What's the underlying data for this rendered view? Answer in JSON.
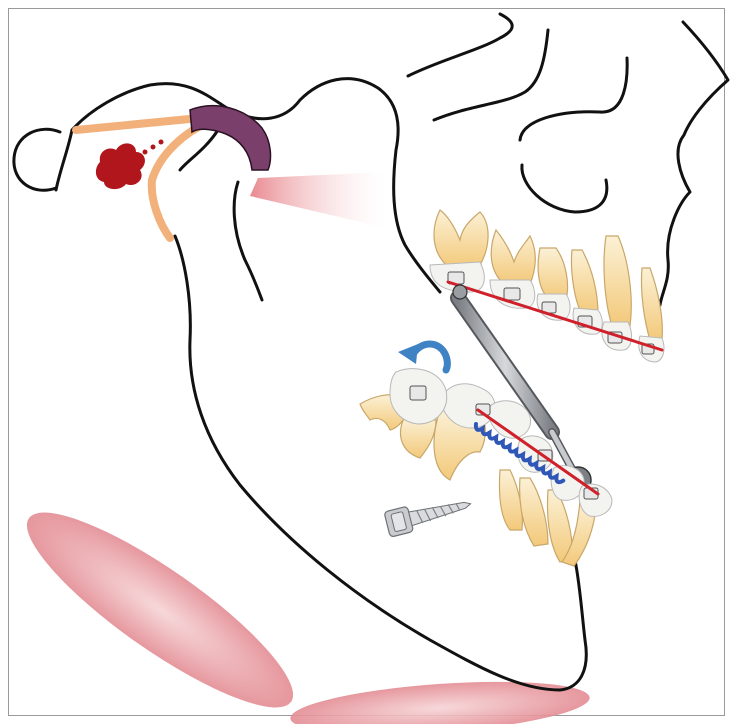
{
  "figure": {
    "colors": {
      "outline": "#111111",
      "muscle": "#e88a90",
      "disc": "#7a3f6b",
      "ligament": "#f2b07a",
      "inflammation": "#b0161c",
      "archwire": "#d0212b",
      "coil_spring": "#2f57b8",
      "tooth": "#f3d08c",
      "appliance_metal": "#a4a7ad",
      "rotation_arrow": "#3f83c4"
    },
    "icons": [
      "tmj-disc",
      "retrodiscal-inflammation",
      "masseter-muscle",
      "suprahyoid-muscle",
      "herbst-appliance",
      "mini-implant",
      "rotation-arrow",
      "coil-spring"
    ]
  }
}
